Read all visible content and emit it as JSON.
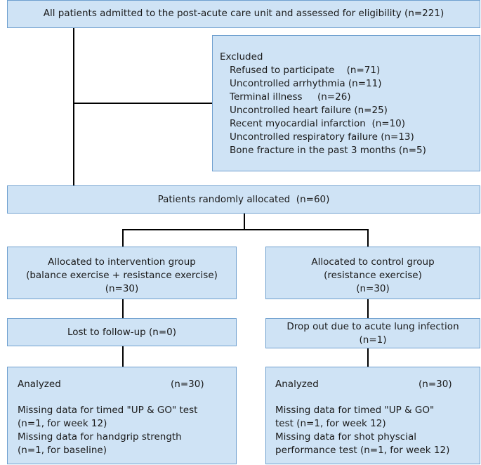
{
  "enrollment": "All patients admitted to the post-acute care unit and assessed for eligibility (n=221)",
  "excluded": {
    "title": "Excluded",
    "items": [
      "Refused to participate    (n=71)",
      "Uncontrolled arrhythmia (n=11)",
      "Terminal illness     (n=26)",
      "Uncontrolled heart failure (n=25)",
      "Recent myocardial infarction  (n=10)",
      "Uncontrolled respiratory failure (n=13)",
      "Bone fracture in the past 3 months (n=5)"
    ]
  },
  "randomized": "Patients randomly allocated  (n=60)",
  "intervention": {
    "allocation": [
      "Allocated to intervention group",
      "(balance exercise + resistance exercise)",
      "(n=30)"
    ],
    "followup": "Lost to follow-up (n=0)",
    "analyzed_label": "Analyzed",
    "analyzed_n": "(n=30)",
    "notes": [
      "Missing data for timed \"UP & GO\" test",
      "(n=1, for week 12)",
      "Missing data for handgrip strength",
      "(n=1, for baseline)"
    ]
  },
  "control": {
    "allocation": [
      "Allocated to control group",
      "(resistance exercise)",
      "(n=30)"
    ],
    "followup": [
      "Drop out due to acute lung infection",
      "(n=1)"
    ],
    "analyzed_label": "Analyzed",
    "analyzed_n": "(n=30)",
    "notes": [
      "Missing data for timed \"UP & GO\"",
      "test (n=1, for week 12)",
      "Missing data for shot physcial",
      "performance test (n=1, for week 12)"
    ]
  }
}
